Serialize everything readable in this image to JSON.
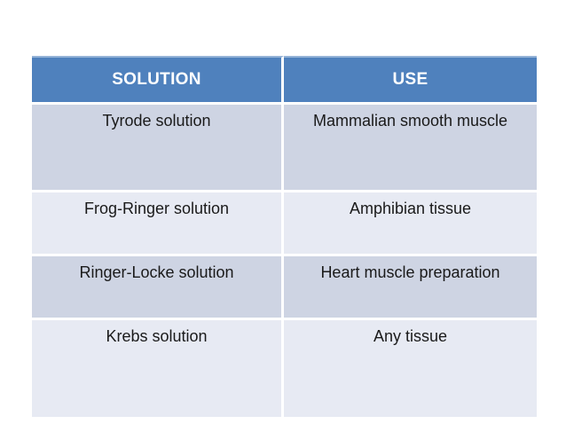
{
  "slide": {
    "background_color": "#ffffff"
  },
  "table": {
    "header_fill": "#4f81bd",
    "header_text_color": "#ffffff",
    "row_fill_dark": "#ced4e3",
    "row_fill_light": "#e7eaf3",
    "body_text_color": "#1a1a1a",
    "columns": [
      {
        "key": "solution",
        "label": "SOLUTION"
      },
      {
        "key": "use",
        "label": "USE"
      }
    ],
    "rows": [
      {
        "solution": "Tyrode solution",
        "use": "Mammalian smooth muscle"
      },
      {
        "solution": "Frog-Ringer solution",
        "use": "Amphibian tissue"
      },
      {
        "solution": "Ringer-Locke solution",
        "use": "Heart muscle preparation"
      },
      {
        "solution": "Krebs solution",
        "use": "Any tissue"
      }
    ]
  }
}
